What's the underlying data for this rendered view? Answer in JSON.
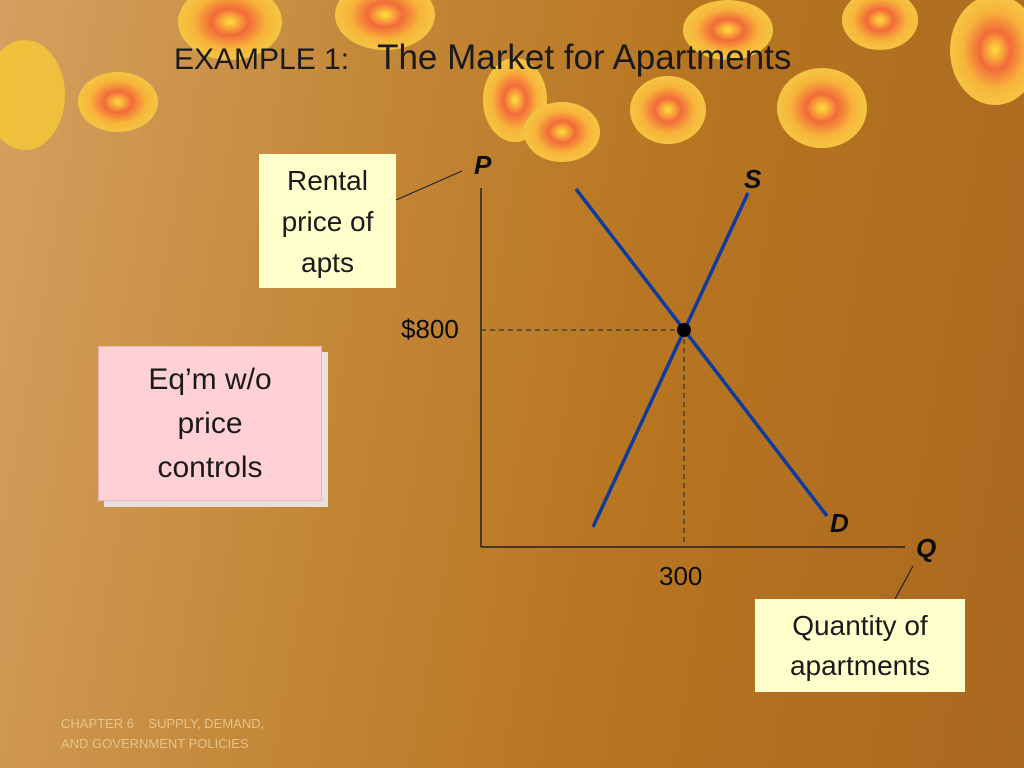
{
  "slide": {
    "title_prefix": "EXAMPLE 1:",
    "title_main": "The Market for Apartments",
    "footer_line1": "CHAPTER 6    SUPPLY, DEMAND,",
    "footer_line2": "AND GOVERNMENT POLICIES"
  },
  "labels": {
    "price_axis_box": [
      "Rental",
      "price of",
      "apts"
    ],
    "quantity_axis_box": [
      "Quantity of",
      "apartments"
    ],
    "equilibrium_box": [
      "Eq’m w/o",
      "price",
      "controls"
    ]
  },
  "colors": {
    "curve": "#0f3a9e",
    "label_box": "#ffffcc",
    "equilibrium_box": "#ffd0d4"
  },
  "diagram": {
    "y_axis_label": "P",
    "x_axis_label": "Q",
    "supply_label": "S",
    "demand_label": "D",
    "equilibrium_price": 800,
    "equilibrium_price_label": "$800",
    "equilibrium_quantity": 300,
    "equilibrium_quantity_label": "300"
  }
}
